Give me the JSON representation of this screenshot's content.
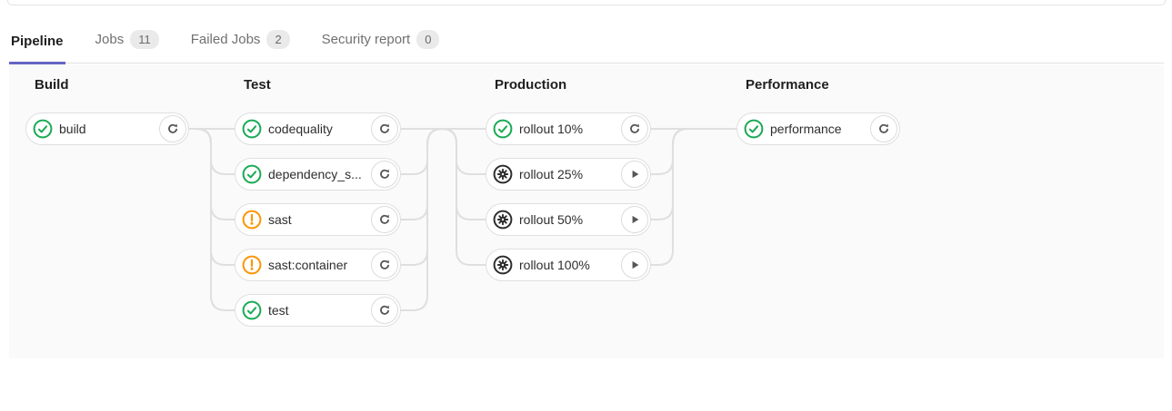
{
  "tabs": [
    {
      "label": "Pipeline",
      "active": true
    },
    {
      "label": "Jobs",
      "badge": "11"
    },
    {
      "label": "Failed Jobs",
      "badge": "2"
    },
    {
      "label": "Security report",
      "badge": "0"
    }
  ],
  "pipeline": {
    "stages": [
      {
        "title": "Build",
        "jobs": [
          {
            "name": "build",
            "status": "success",
            "action": "retry"
          }
        ]
      },
      {
        "title": "Test",
        "jobs": [
          {
            "name": "codequality",
            "status": "success",
            "action": "retry"
          },
          {
            "name": "dependency_s...",
            "status": "success",
            "action": "retry"
          },
          {
            "name": "sast",
            "status": "warning",
            "action": "retry"
          },
          {
            "name": "sast:container",
            "status": "warning",
            "action": "retry"
          },
          {
            "name": "test",
            "status": "success",
            "action": "retry"
          }
        ]
      },
      {
        "title": "Production",
        "jobs": [
          {
            "name": "rollout 10%",
            "status": "success",
            "action": "retry"
          },
          {
            "name": "rollout 25%",
            "status": "manual",
            "action": "play"
          },
          {
            "name": "rollout 50%",
            "status": "manual",
            "action": "play"
          },
          {
            "name": "rollout 100%",
            "status": "manual",
            "action": "play"
          }
        ]
      },
      {
        "title": "Performance",
        "jobs": [
          {
            "name": "performance",
            "status": "success",
            "action": "retry"
          }
        ]
      }
    ]
  },
  "icons": {
    "success": "status-success-icon",
    "warning": "status-warning-icon",
    "manual": "status-manual-gear-icon",
    "retry": "retry-icon",
    "play": "play-icon"
  },
  "colors": {
    "success": "#1aaa55",
    "warning": "#fc9403",
    "manual": "#2e2e2e",
    "accent": "#6666c4",
    "connector": "#dfdfdf",
    "graph-bg": "#fafafa",
    "badge-bg": "#eaeaea",
    "line": "#e1e1e1"
  }
}
